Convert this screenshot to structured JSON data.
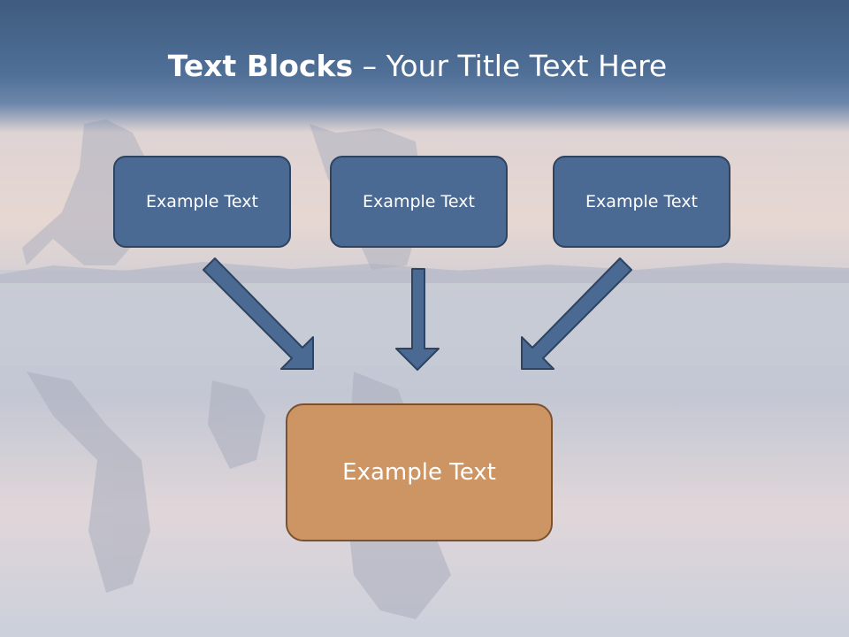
{
  "title": {
    "bold": "Text Blocks",
    "rest": " – Your Title Text Here"
  },
  "boxes": {
    "left": "Example Text",
    "center": "Example Text",
    "right": "Example Text",
    "bottom": "Example Text"
  },
  "colors": {
    "title_band": "#4f6f97",
    "box_blue": "#4a6a93",
    "box_orange": "#cc9563",
    "arrow_fill": "#4a6a93"
  }
}
